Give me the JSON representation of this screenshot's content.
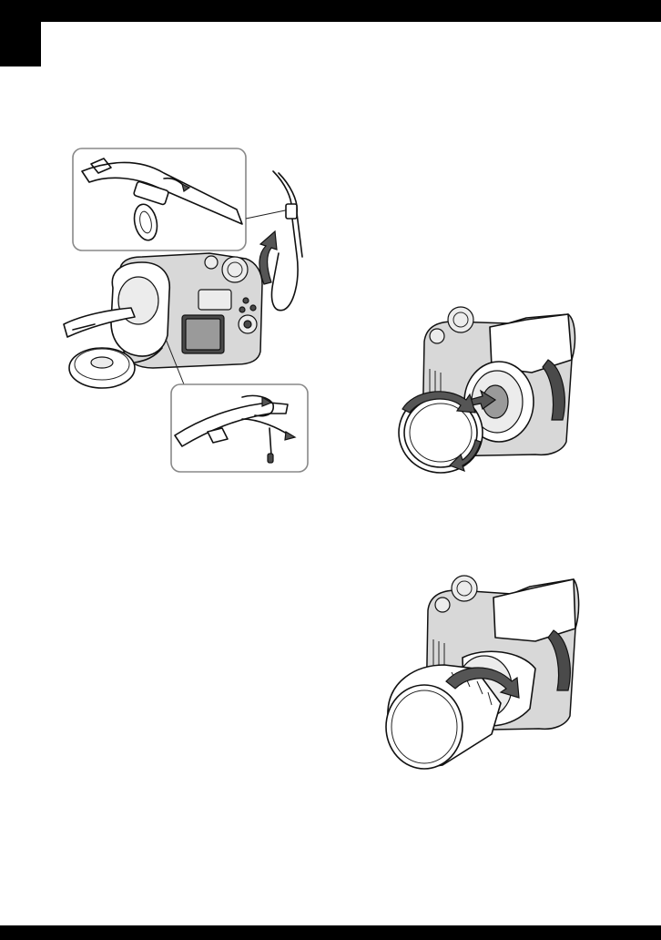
{
  "page": {
    "header_band": "",
    "section_tab": ""
  },
  "figures": [
    {
      "id": "strap-attachment",
      "depicts": "camera-with-shoulder-strap-and-lens-cap-callouts"
    },
    {
      "id": "lens-adaptor-ring",
      "depicts": "camera-with-adaptor-ring-rotation"
    },
    {
      "id": "lens-hood",
      "depicts": "camera-with-lens-hood-rotation"
    }
  ]
}
